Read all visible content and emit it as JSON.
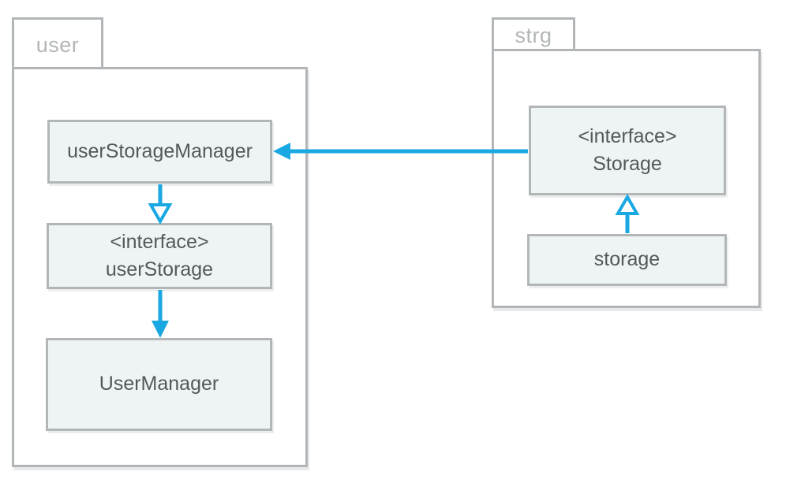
{
  "diagram": {
    "type": "uml-package-diagram",
    "packages": {
      "user": {
        "label": "user"
      },
      "strg": {
        "label": "strg"
      }
    },
    "nodes": {
      "userStorageManager": {
        "label": "userStorageManager"
      },
      "userStorage": {
        "stereotype": "<interface>",
        "label": "userStorage"
      },
      "UserManager": {
        "label": "UserManager"
      },
      "Storage": {
        "stereotype": "<interface>",
        "label": "Storage"
      },
      "storage": {
        "label": "storage"
      }
    },
    "relations": [
      {
        "from": "userStorageManager",
        "to": "userStorage",
        "arrowhead": "hollow-triangle",
        "direction": "down"
      },
      {
        "from": "userStorage",
        "to": "UserManager",
        "arrowhead": "solid",
        "direction": "down"
      },
      {
        "from": "Storage",
        "to": "userStorageManager",
        "arrowhead": "solid",
        "direction": "left"
      },
      {
        "from": "storage",
        "to": "Storage",
        "arrowhead": "hollow-triangle",
        "direction": "up"
      }
    ],
    "colors": {
      "arrow": "#19a8e2",
      "package_border": "#b2b6b8",
      "box_fill": "#edf4f3",
      "box_text": "#54585b",
      "tab_text": "#b3b6b7",
      "background": "#ffffff"
    }
  }
}
